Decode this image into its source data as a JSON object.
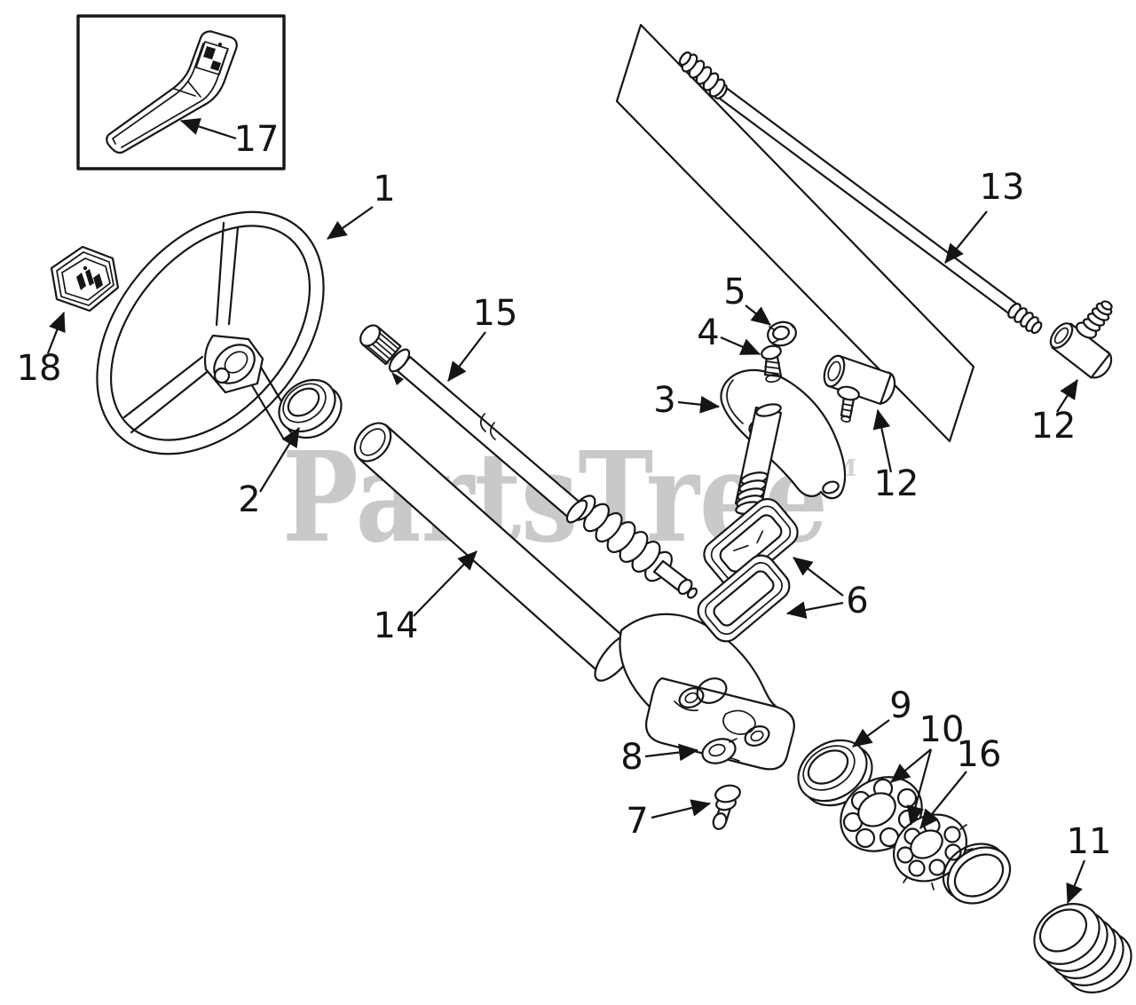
{
  "watermark": {
    "text": "PartsTree",
    "tm": "TM",
    "text_color": "#c9c9c9",
    "tm_color": "#d2d2d2"
  },
  "drawing": {
    "line_color": "#161616",
    "background": "#ffffff",
    "type": "exploded-parts-diagram",
    "subject": "steering-assembly"
  },
  "callouts": [
    {
      "ref": "17",
      "target": "steering-column-cover"
    },
    {
      "ref": "1",
      "target": "steering-wheel"
    },
    {
      "ref": "18",
      "target": "cap-emblem"
    },
    {
      "ref": "2",
      "target": "bushing"
    },
    {
      "ref": "15",
      "target": "steering-shaft"
    },
    {
      "ref": "14",
      "target": "steering-column-tube"
    },
    {
      "ref": "5",
      "target": "nut"
    },
    {
      "ref": "4",
      "target": "screw"
    },
    {
      "ref": "3",
      "target": "cover-plate"
    },
    {
      "ref": "12",
      "target": "tie-rod-end-inner"
    },
    {
      "ref": "12",
      "target": "tie-rod-end-outer"
    },
    {
      "ref": "13",
      "target": "drag-link"
    },
    {
      "ref": "6",
      "target": "gaskets"
    },
    {
      "ref": "8",
      "target": "snap-ring"
    },
    {
      "ref": "7",
      "target": "grease-fitting"
    },
    {
      "ref": "9",
      "target": "seal"
    },
    {
      "ref": "10",
      "target": "bearing-races"
    },
    {
      "ref": "16",
      "target": "bearing"
    },
    {
      "ref": "11",
      "target": "adjuster-plug"
    }
  ]
}
